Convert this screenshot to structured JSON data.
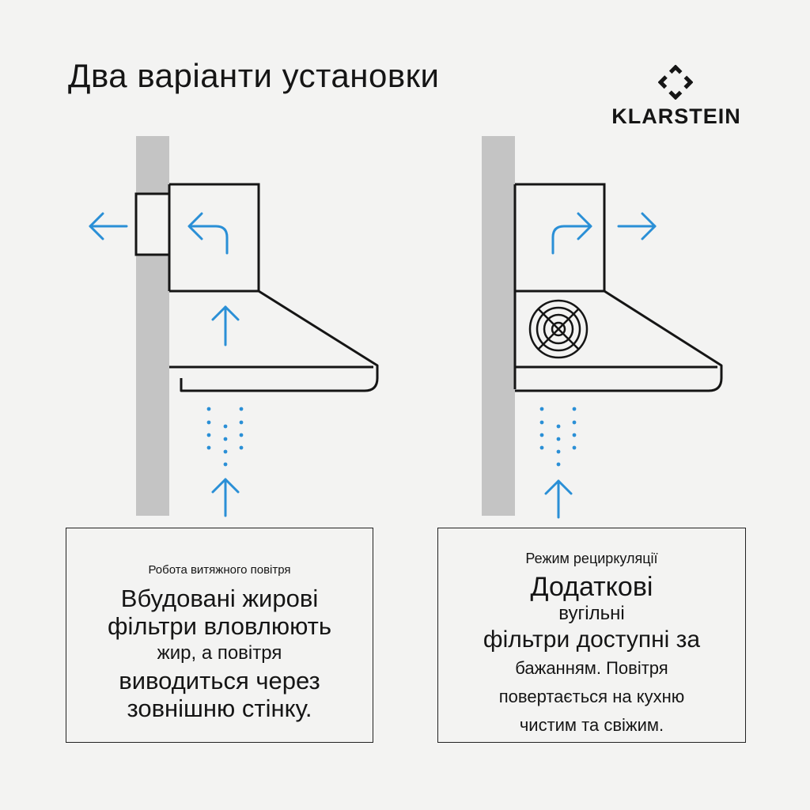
{
  "header": {
    "title": "Два варіанти установки"
  },
  "brand": {
    "name": "KLARSTEIN",
    "icon": "klarstein-logo-icon"
  },
  "colors": {
    "airflow": "#2a8fd6",
    "outline": "#151515",
    "wall": "#c4c4c4",
    "background": "#f3f3f2"
  },
  "exhaust_mode": {
    "caption": "Робота витяжного повітря",
    "lines": [
      "Вбудовані жирові",
      "фільтри вловлюють",
      "жир, а повітря",
      "виводиться через",
      "зовнішню стінку."
    ]
  },
  "recirculation_mode": {
    "caption": "Режим рециркуляції",
    "lines": [
      "Додаткові",
      "вугільні",
      "фільтри доступні за",
      "бажанням. Повітря",
      "повертається на кухню",
      "чистим та свіжим."
    ]
  }
}
